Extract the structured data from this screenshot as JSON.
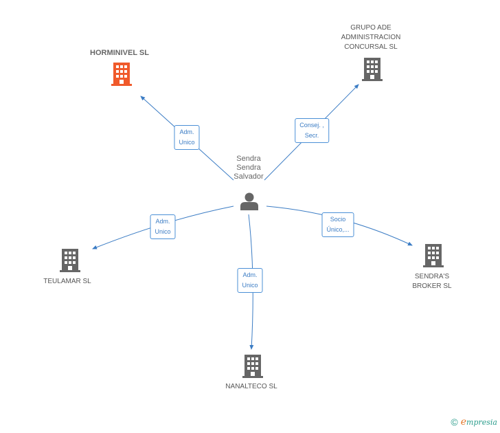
{
  "center": {
    "name": "Sendra\nSendra\nSalvador",
    "icon": "person-icon"
  },
  "companies": [
    {
      "id": "horminivel",
      "name": "HORMINIVEL SL",
      "color": "#f05a2b",
      "icon": "building-icon"
    },
    {
      "id": "grupo-ade",
      "name": "GRUPO ADE\nADMINISTRACION\nCONCURSAL SL",
      "color": "#666666",
      "icon": "building-icon"
    },
    {
      "id": "teulamar",
      "name": "TEULAMAR SL",
      "color": "#666666",
      "icon": "building-icon"
    },
    {
      "id": "nanalteco",
      "name": "NANALTECO SL",
      "color": "#666666",
      "icon": "building-icon"
    },
    {
      "id": "sendras-broker",
      "name": "SENDRA'S\nBROKER SL",
      "color": "#666666",
      "icon": "building-icon"
    }
  ],
  "relations": [
    {
      "to": "horminivel",
      "label": "Adm.\nUnico"
    },
    {
      "to": "grupo-ade",
      "label": "Consej. ,\nSecr."
    },
    {
      "to": "teulamar",
      "label": "Adm.\nUnico"
    },
    {
      "to": "nanalteco",
      "label": "Adm.\nUnico"
    },
    {
      "to": "sendras-broker",
      "label": "Socio\nÚnico,..."
    }
  ],
  "footer": {
    "copyright": "©",
    "brand_initial": "e",
    "brand_rest": "mpresia"
  },
  "colors": {
    "edge": "#3b7cc4",
    "accent": "#f05a2b",
    "node": "#666666"
  }
}
